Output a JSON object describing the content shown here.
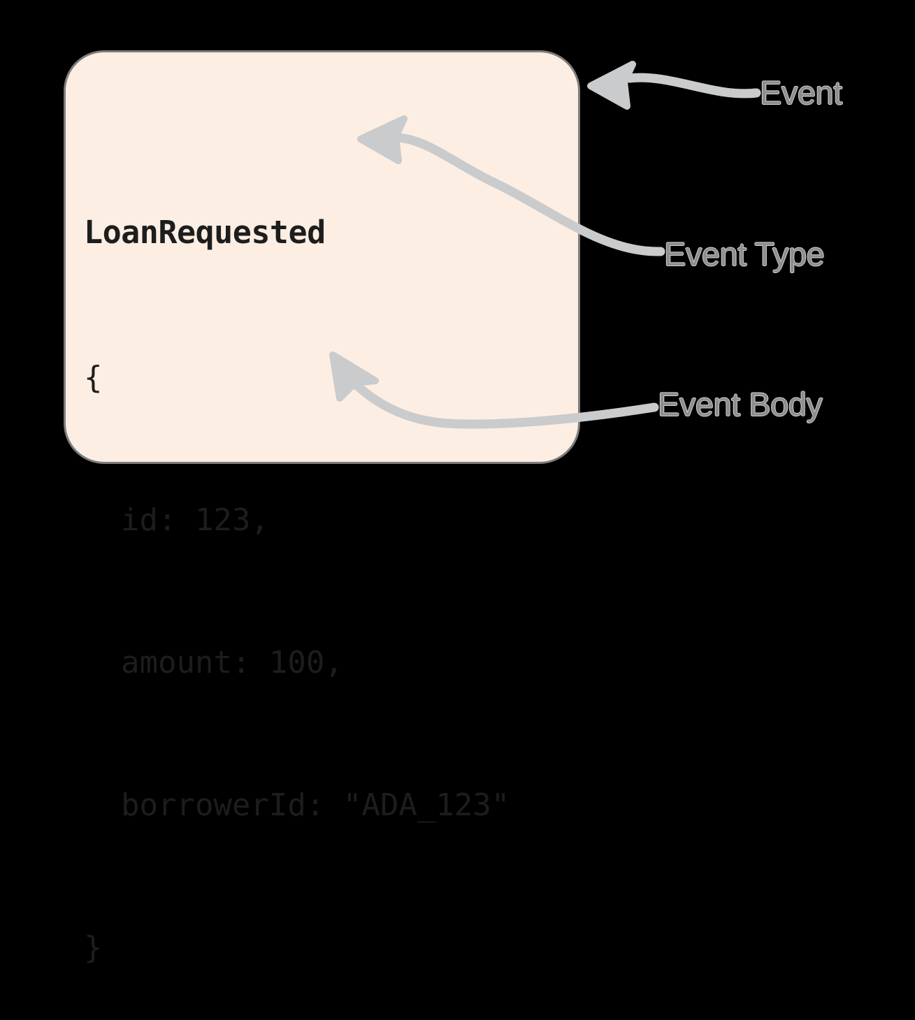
{
  "diagram": {
    "type": "annotated-event-card",
    "background_color": "#000000",
    "card": {
      "fill_color": "#fdeee3",
      "border_color": "#7e7e7e",
      "title": "LoanRequested",
      "body_lines": [
        "{",
        "  id: 123,",
        "  amount: 100,",
        "  borrowerId: \"ADA_123\"",
        "}"
      ]
    },
    "annotations": [
      {
        "id": "event",
        "label": "Event",
        "target": "card-outer-boundary",
        "arrow_color": "#c9cbcc"
      },
      {
        "id": "event-type",
        "label": "Event Type",
        "target": "card-title",
        "arrow_color": "#c9cbcc"
      },
      {
        "id": "event-body",
        "label": "Event Body",
        "target": "card-json-body",
        "arrow_color": "#c9cbcc"
      }
    ],
    "label_color": "#8d8d8d"
  }
}
